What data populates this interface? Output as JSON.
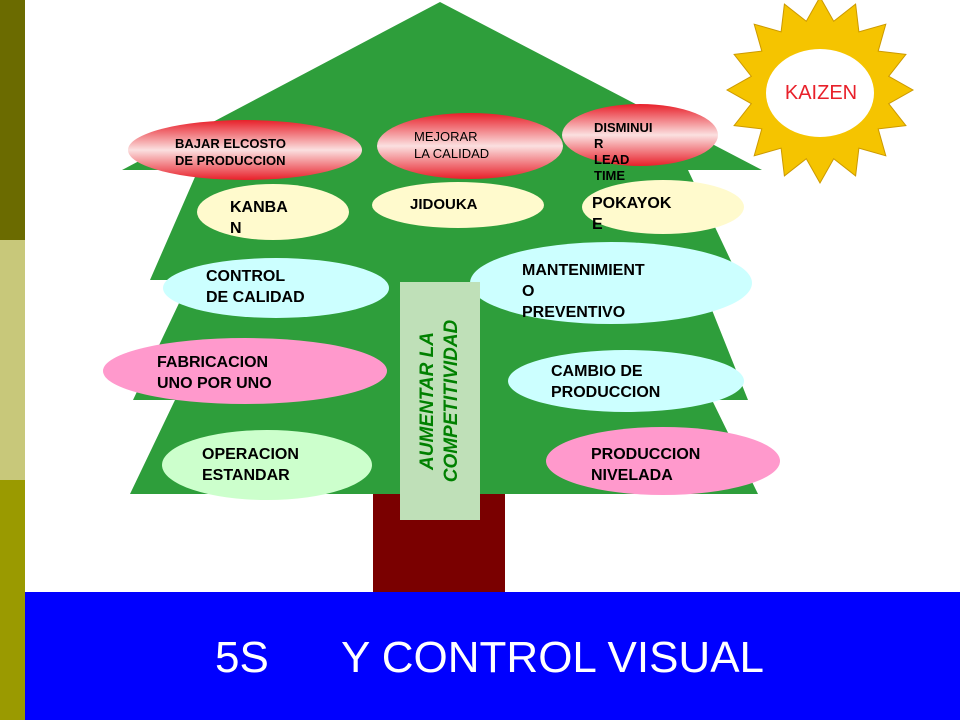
{
  "colors": {
    "tree": "#2e9e3b",
    "trunk": "#7a0000",
    "sun": "#f5c400",
    "footer": "#0000ff",
    "left_strip_dark": "#6b6b00",
    "left_strip_light": "#c8c87a",
    "vertical_banner_text": "#008000"
  },
  "kaizen": {
    "label": "KAIZEN"
  },
  "top_row": [
    {
      "id": "bajar-costo",
      "label": "BAJAR ELCOSTO\nDE PRODUCCION"
    },
    {
      "id": "mejorar-calidad",
      "label": "MEJORAR\nLA CALIDAD"
    },
    {
      "id": "disminuir-lead-time",
      "label": "DISMINUI\nR\nLEAD\nTIME"
    }
  ],
  "tools": [
    {
      "id": "kanban",
      "label": "KANBA\nN"
    },
    {
      "id": "jidouka",
      "label": "JIDOUKA"
    },
    {
      "id": "pokayoke",
      "label": "POKAYOK\nE"
    },
    {
      "id": "control-calidad",
      "label": "CONTROL\nDE CALIDAD"
    },
    {
      "id": "mantenimiento",
      "label": "MANTENIMIENT\nO\n PREVENTIVO"
    },
    {
      "id": "fabricacion",
      "label": "FABRICACION\nUNO POR UNO"
    },
    {
      "id": "cambio-produccion",
      "label": "CAMBIO DE\nPRODUCCION"
    },
    {
      "id": "operacion-estandar",
      "label": "OPERACION\nESTANDAR"
    },
    {
      "id": "produccion-nivelada",
      "label": "PRODUCCION\nNIVELADA"
    }
  ],
  "vertical_banner": {
    "label": "AUMENTAR  LA\nCOMPETITIVIDAD"
  },
  "footer": {
    "label_left": "5S",
    "label_right": "Y CONTROL VISUAL"
  }
}
